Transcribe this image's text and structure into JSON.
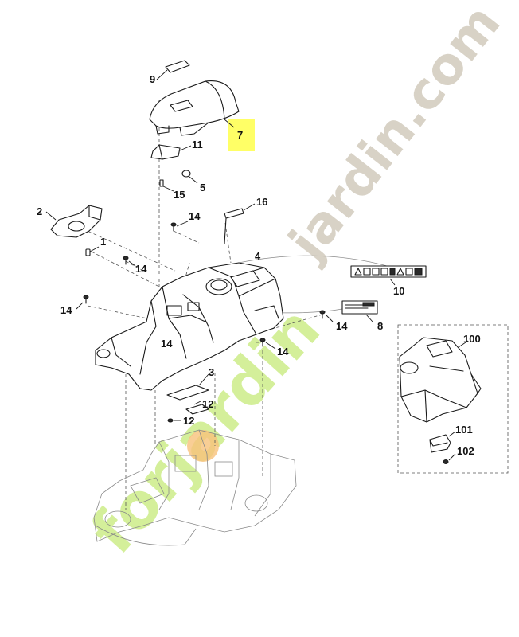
{
  "callouts": {
    "c1": "1",
    "c2": "2",
    "c3": "3",
    "c4": "4",
    "c5": "5",
    "c7": "7",
    "c8": "8",
    "c9": "9",
    "c10": "10",
    "c11": "11",
    "c12a": "12",
    "c12b": "12",
    "c14a": "14",
    "c14b": "14",
    "c14c": "14",
    "c14d": "14",
    "c14e": "14",
    "c14f": "14",
    "c15": "15",
    "c16": "16",
    "c100": "100",
    "c101": "101",
    "c102": "102"
  },
  "highlight": {
    "part": "7",
    "color": "#ffff66"
  },
  "watermarks": {
    "right": "jardin.com",
    "left": "forjardin",
    "right_color": "#d8d2c6",
    "left_color": "#d4ef9a",
    "left_accent_color": "#f7c27a"
  }
}
